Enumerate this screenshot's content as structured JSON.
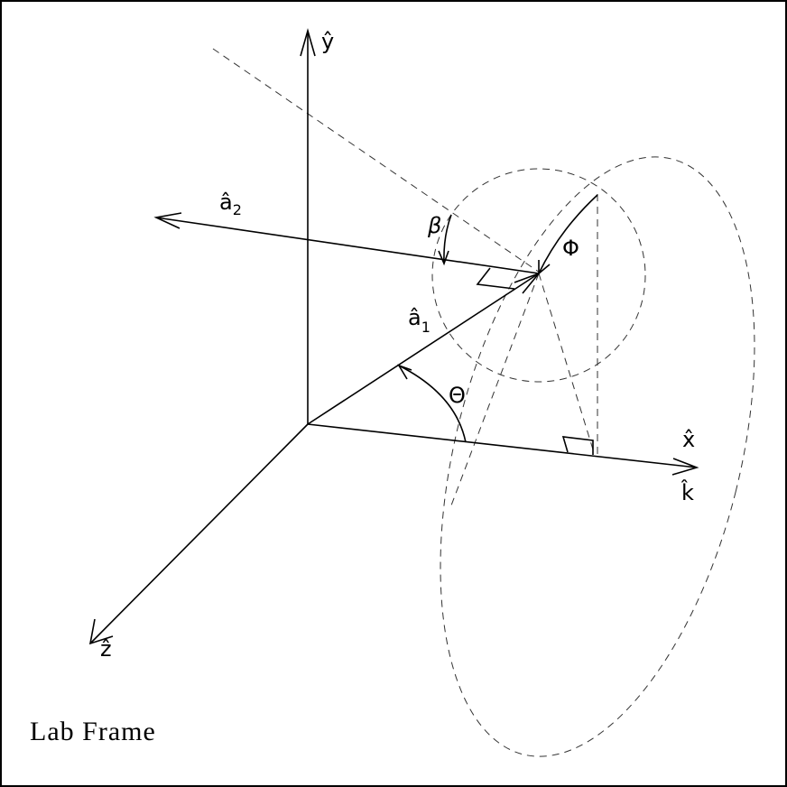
{
  "diagram": {
    "caption": "Lab Frame",
    "labels": {
      "y_axis": "ŷ",
      "z_axis": "ẑ",
      "x_axis": "x̂",
      "k_axis": "k̂",
      "a2_main": "â",
      "a2_sub": "2",
      "a1_main": "â",
      "a1_sub": "1",
      "beta": "β",
      "phi": "Φ",
      "theta": "Θ"
    }
  }
}
